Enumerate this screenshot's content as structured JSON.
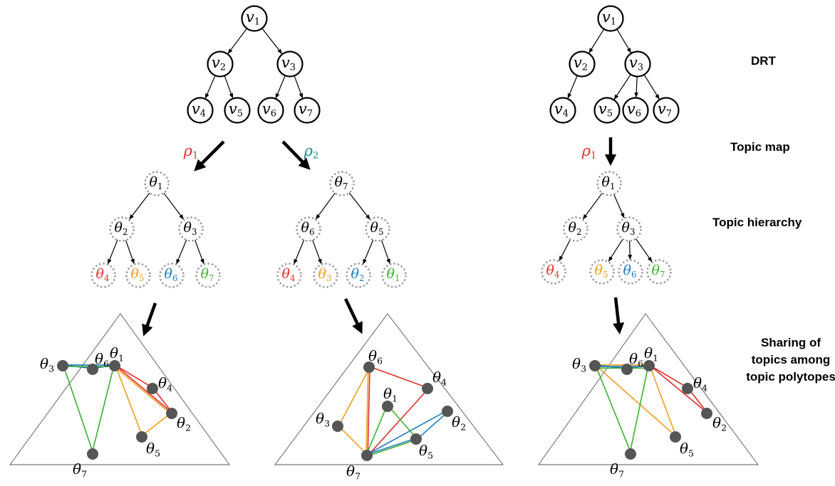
{
  "row_labels": {
    "drt": "DRT",
    "topic_map": "Topic map",
    "topic_hierarchy": "Topic hierarchy",
    "sharing": [
      "Sharing of",
      "topics among",
      "topic polytopes"
    ]
  },
  "colors": {
    "red": "#e0302a",
    "orange": "#f29c1c",
    "blue": "#1c7bc0",
    "green": "#3bb22f",
    "teal": "#168f8f",
    "node_stroke": "#000000",
    "topic_node_stroke": "#999999",
    "polytope_vertex": "#555555"
  },
  "panels": [
    {
      "id": "left",
      "drt_nodes": [
        {
          "id": "v1",
          "base": "v",
          "sub": "1"
        },
        {
          "id": "v2",
          "base": "v",
          "sub": "2"
        },
        {
          "id": "v3",
          "base": "v",
          "sub": "3"
        },
        {
          "id": "v4",
          "base": "v",
          "sub": "4"
        },
        {
          "id": "v5",
          "base": "v",
          "sub": "5"
        },
        {
          "id": "v6",
          "base": "v",
          "sub": "6"
        },
        {
          "id": "v7",
          "base": "v",
          "sub": "7"
        }
      ],
      "drt_edges": [
        [
          "v1",
          "v2"
        ],
        [
          "v1",
          "v3"
        ],
        [
          "v2",
          "v4"
        ],
        [
          "v2",
          "v5"
        ],
        [
          "v3",
          "v6"
        ],
        [
          "v3",
          "v7"
        ]
      ],
      "maps": [
        {
          "rho": {
            "base": "ρ",
            "sub": "1",
            "color": "#e0302a"
          },
          "hierarchy_nodes": [
            {
              "base": "θ",
              "sub": "1",
              "color": "#000000"
            },
            {
              "base": "θ",
              "sub": "2",
              "color": "#000000"
            },
            {
              "base": "θ",
              "sub": "3",
              "color": "#000000"
            },
            {
              "base": "θ",
              "sub": "4",
              "color": "#e0302a"
            },
            {
              "base": "θ",
              "sub": "5",
              "color": "#f29c1c"
            },
            {
              "base": "θ",
              "sub": "6",
              "color": "#1c7bc0"
            },
            {
              "base": "θ",
              "sub": "7",
              "color": "#3bb22f"
            }
          ],
          "polytope_points": [
            {
              "id": "t1",
              "sub": "1"
            },
            {
              "id": "t2",
              "sub": "2"
            },
            {
              "id": "t3",
              "sub": "3"
            },
            {
              "id": "t4",
              "sub": "4"
            },
            {
              "id": "t5",
              "sub": "5"
            },
            {
              "id": "t6",
              "sub": "6"
            },
            {
              "id": "t7",
              "sub": "7"
            }
          ],
          "polytope_edges": [
            {
              "from": "t1",
              "to": "t4",
              "color": "#e0302a"
            },
            {
              "from": "t4",
              "to": "t2",
              "color": "#e0302a"
            },
            {
              "from": "t1",
              "to": "t2",
              "color": "#e0302a"
            },
            {
              "from": "t1",
              "to": "t2",
              "color": "#f29c1c"
            },
            {
              "from": "t1",
              "to": "t5",
              "color": "#f29c1c"
            },
            {
              "from": "t5",
              "to": "t2",
              "color": "#f29c1c"
            },
            {
              "from": "t3",
              "to": "t6",
              "color": "#1c7bc0"
            },
            {
              "from": "t6",
              "to": "t1",
              "color": "#1c7bc0"
            },
            {
              "from": "t3",
              "to": "t1",
              "color": "#1c7bc0"
            },
            {
              "from": "t3",
              "to": "t1",
              "color": "#3bb22f"
            },
            {
              "from": "t3",
              "to": "t7",
              "color": "#3bb22f"
            },
            {
              "from": "t7",
              "to": "t1",
              "color": "#3bb22f"
            }
          ]
        },
        {
          "rho": {
            "base": "ρ",
            "sub": "2",
            "color": "#168f8f"
          },
          "hierarchy_nodes": [
            {
              "base": "θ",
              "sub": "7",
              "color": "#000000"
            },
            {
              "base": "θ",
              "sub": "6",
              "color": "#000000"
            },
            {
              "base": "θ",
              "sub": "5",
              "color": "#000000"
            },
            {
              "base": "θ",
              "sub": "4",
              "color": "#e0302a"
            },
            {
              "base": "θ",
              "sub": "3",
              "color": "#f29c1c"
            },
            {
              "base": "θ",
              "sub": "2",
              "color": "#1c7bc0"
            },
            {
              "base": "θ",
              "sub": "1",
              "color": "#3bb22f"
            }
          ],
          "polytope_points": [
            {
              "id": "t1",
              "sub": "1"
            },
            {
              "id": "t2",
              "sub": "2"
            },
            {
              "id": "t3",
              "sub": "3"
            },
            {
              "id": "t4",
              "sub": "4"
            },
            {
              "id": "t5",
              "sub": "5"
            },
            {
              "id": "t6",
              "sub": "6"
            },
            {
              "id": "t7",
              "sub": "7"
            }
          ],
          "polytope_edges": [
            {
              "from": "t6",
              "to": "t4",
              "color": "#e0302a"
            },
            {
              "from": "t4",
              "to": "t7",
              "color": "#e0302a"
            },
            {
              "from": "t6",
              "to": "t7",
              "color": "#e0302a"
            },
            {
              "from": "t6",
              "to": "t3",
              "color": "#f29c1c"
            },
            {
              "from": "t3",
              "to": "t7",
              "color": "#f29c1c"
            },
            {
              "from": "t6",
              "to": "t7",
              "color": "#f29c1c"
            },
            {
              "from": "t7",
              "to": "t2",
              "color": "#1c7bc0"
            },
            {
              "from": "t2",
              "to": "t5",
              "color": "#1c7bc0"
            },
            {
              "from": "t7",
              "to": "t5",
              "color": "#1c7bc0"
            },
            {
              "from": "t7",
              "to": "t1",
              "color": "#3bb22f"
            },
            {
              "from": "t1",
              "to": "t5",
              "color": "#3bb22f"
            },
            {
              "from": "t7",
              "to": "t5",
              "color": "#3bb22f"
            }
          ]
        }
      ]
    },
    {
      "id": "right",
      "drt_nodes": [
        {
          "id": "v1",
          "base": "v",
          "sub": "1"
        },
        {
          "id": "v2",
          "base": "v",
          "sub": "2"
        },
        {
          "id": "v3",
          "base": "v",
          "sub": "3"
        },
        {
          "id": "v4",
          "base": "v",
          "sub": "4"
        },
        {
          "id": "v5",
          "base": "v",
          "sub": "5"
        },
        {
          "id": "v6",
          "base": "v",
          "sub": "6"
        },
        {
          "id": "v7",
          "base": "v",
          "sub": "7"
        }
      ],
      "drt_edges": [
        [
          "v1",
          "v2"
        ],
        [
          "v1",
          "v3"
        ],
        [
          "v2",
          "v4"
        ],
        [
          "v3",
          "v5"
        ],
        [
          "v3",
          "v6"
        ],
        [
          "v3",
          "v7"
        ]
      ],
      "maps": [
        {
          "rho": {
            "base": "ρ",
            "sub": "1",
            "color": "#e0302a"
          },
          "hierarchy_nodes": [
            {
              "base": "θ",
              "sub": "1",
              "color": "#000000"
            },
            {
              "base": "θ",
              "sub": "2",
              "color": "#000000"
            },
            {
              "base": "θ",
              "sub": "3",
              "color": "#000000"
            },
            {
              "base": "θ",
              "sub": "4",
              "color": "#e0302a"
            },
            {
              "base": "θ",
              "sub": "5",
              "color": "#f29c1c"
            },
            {
              "base": "θ",
              "sub": "6",
              "color": "#1c7bc0"
            },
            {
              "base": "θ",
              "sub": "7",
              "color": "#3bb22f"
            }
          ],
          "polytope_points": [
            {
              "id": "t1",
              "sub": "1"
            },
            {
              "id": "t2",
              "sub": "2"
            },
            {
              "id": "t3",
              "sub": "3"
            },
            {
              "id": "t4",
              "sub": "4"
            },
            {
              "id": "t5",
              "sub": "5"
            },
            {
              "id": "t6",
              "sub": "6"
            },
            {
              "id": "t7",
              "sub": "7"
            }
          ],
          "polytope_edges": [
            {
              "from": "t1",
              "to": "t4",
              "color": "#e0302a"
            },
            {
              "from": "t4",
              "to": "t2",
              "color": "#e0302a"
            },
            {
              "from": "t1",
              "to": "t2",
              "color": "#e0302a"
            },
            {
              "from": "t3",
              "to": "t1",
              "color": "#f29c1c"
            },
            {
              "from": "t3",
              "to": "t5",
              "color": "#f29c1c"
            },
            {
              "from": "t1",
              "to": "t5",
              "color": "#f29c1c"
            },
            {
              "from": "t3",
              "to": "t6",
              "color": "#1c7bc0"
            },
            {
              "from": "t6",
              "to": "t1",
              "color": "#1c7bc0"
            },
            {
              "from": "t3",
              "to": "t1",
              "color": "#1c7bc0"
            },
            {
              "from": "t3",
              "to": "t1",
              "color": "#3bb22f"
            },
            {
              "from": "t3",
              "to": "t7",
              "color": "#3bb22f"
            },
            {
              "from": "t7",
              "to": "t1",
              "color": "#3bb22f"
            }
          ]
        }
      ]
    }
  ]
}
